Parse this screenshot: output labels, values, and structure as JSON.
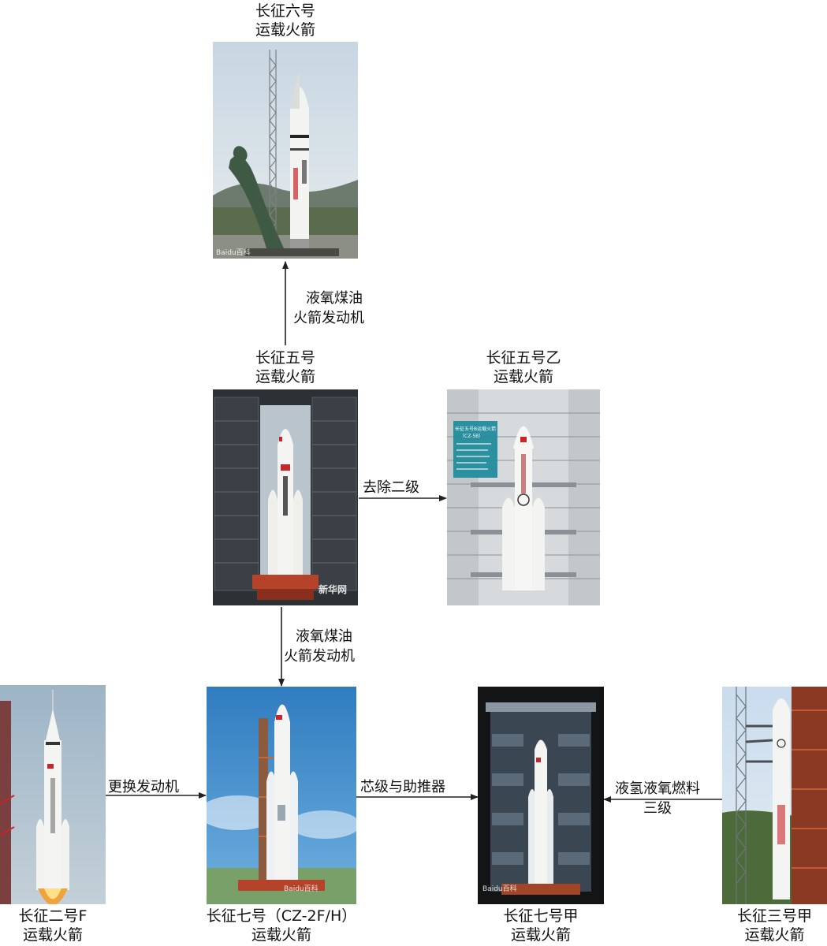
{
  "nodes": {
    "cz6": {
      "name": "长征六号",
      "sub": "运载火箭"
    },
    "cz5": {
      "name": "长征五号",
      "sub": "运载火箭"
    },
    "cz5b": {
      "name": "长征五号乙",
      "sub": "运载火箭"
    },
    "cz2f": {
      "name": "长征二号F",
      "sub": "运载火箭"
    },
    "cz7": {
      "name": "长征七号（CZ-2F/H）",
      "sub": "运载火箭"
    },
    "cz7a": {
      "name": "长征七号甲",
      "sub": "运载火箭"
    },
    "cz3a": {
      "name": "长征三号甲",
      "sub": "运载火箭"
    }
  },
  "edges": {
    "cz5_cz6": {
      "line1": "液氧煤油",
      "line2": "火箭发动机"
    },
    "cz5_cz5b": {
      "line1": "去除二级"
    },
    "cz5_cz7": {
      "line1": "液氧煤油",
      "line2": "火箭发动机"
    },
    "cz2f_cz7": {
      "line1": "更换发动机"
    },
    "cz7_cz7a": {
      "line1": "芯级与助推器"
    },
    "cz3a_cz7a": {
      "line1": "液氢液氧燃料",
      "line2": "三级"
    }
  },
  "photo_text": {
    "baidu": "Baidu百科",
    "xinhua": "新华网",
    "cz5b_panel_title": "长征五号B运载火箭",
    "cz5b_panel_code": "（CZ-5B）"
  },
  "colors": {
    "sky": "#a9c4da",
    "blue_sky": "#4a90c8",
    "dark_tower": "#2c3136",
    "gantry_gray": "#cfd4d8",
    "rocket_white": "#f4f4f2",
    "flag_red": "#c8242a",
    "panel_teal": "#1d8a9a"
  }
}
